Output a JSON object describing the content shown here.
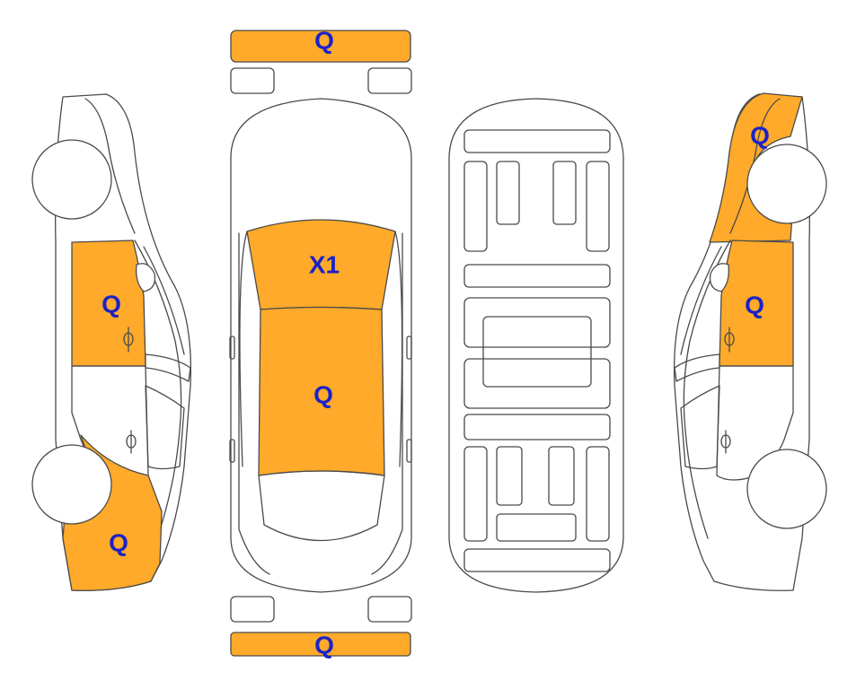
{
  "diagram": {
    "codes": {
      "front_bumper": "Q",
      "windshield": "X1",
      "hood": "Q",
      "rear_bumper": "Q",
      "left_front_door": "Q",
      "left_front_fender": "Q",
      "right_rear_quarter": "Q",
      "right_front_door": "Q"
    },
    "colors": {
      "marked_fill": "#ffaa2a",
      "outline": "#4a4a4a",
      "code_text": "#1b22c7"
    }
  }
}
